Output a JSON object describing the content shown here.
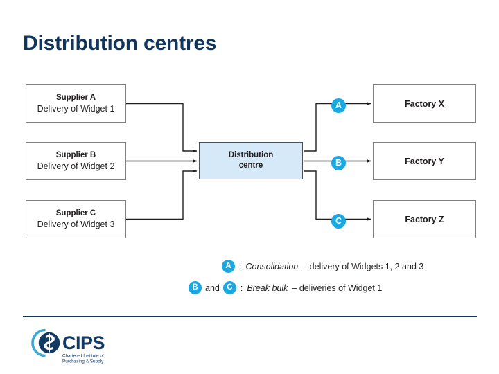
{
  "slide": {
    "title": "Distribution centres"
  },
  "diagram": {
    "suppliers": [
      {
        "name": "Supplier A",
        "detail": "Delivery of Widget 1"
      },
      {
        "name": "Supplier B",
        "detail": "Delivery of Widget 2"
      },
      {
        "name": "Supplier C",
        "detail": "Delivery of Widget 3"
      }
    ],
    "hub": {
      "line1": "Distribution",
      "line2": "centre",
      "fill": "#d6e9f8"
    },
    "badges": [
      {
        "label": "A"
      },
      {
        "label": "B"
      },
      {
        "label": "C"
      }
    ],
    "factories": [
      {
        "name": "Factory X"
      },
      {
        "name": "Factory Y"
      },
      {
        "name": "Factory Z"
      }
    ],
    "badge_color": "#1ba7e0",
    "connector_color": "#231f20"
  },
  "legend": {
    "row1": {
      "badge": "A",
      "separator": ":",
      "emphasis": "Consolidation",
      "rest": "– delivery of Widgets 1, 2 and 3"
    },
    "row2": {
      "badge1": "B",
      "conjunction": "and",
      "badge2": "C",
      "separator": ":",
      "emphasis": "Break bulk",
      "rest": "– deliveries of Widget 1"
    }
  },
  "footer": {
    "logo_wordmark": "CIPS",
    "logo_tagline_line1": "Chartered Institute of",
    "logo_tagline_line2": "Purchasing & Supply",
    "rule_color": "#13355f"
  }
}
